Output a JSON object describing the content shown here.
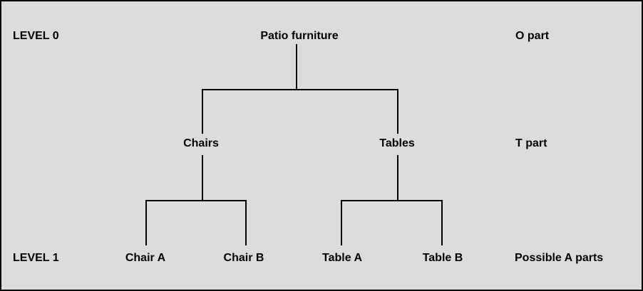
{
  "colors": {
    "background": "#dcdcdc",
    "line": "#000000",
    "text": "#000000",
    "border": "#000000"
  },
  "tree": {
    "root": "Patio furniture",
    "branches": [
      {
        "label": "Chairs",
        "children": [
          "Chair A",
          "Chair B"
        ]
      },
      {
        "label": "Tables",
        "children": [
          "Table A",
          "Table B"
        ]
      }
    ]
  },
  "annotations": {
    "levels": [
      "LEVEL 0",
      "LEVEL 1"
    ],
    "parts": [
      "O part",
      "T part",
      "Possible A parts"
    ]
  }
}
